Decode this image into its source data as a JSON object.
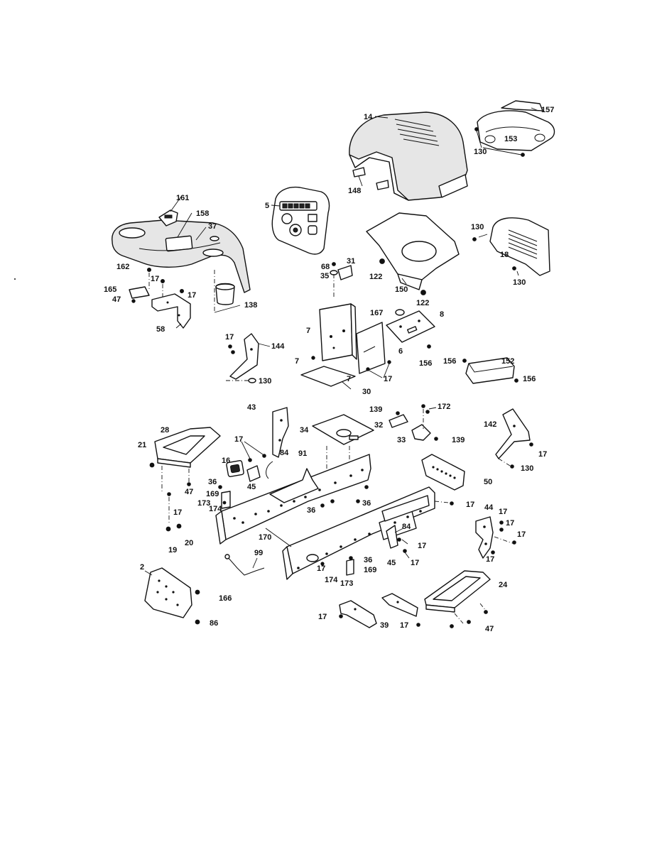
{
  "callouts": {
    "c14": "14",
    "c157": "157",
    "c153": "153",
    "c130a": "130",
    "c148": "148",
    "c5": "5",
    "c161": "161",
    "c158": "158",
    "c37": "37",
    "c130b": "130",
    "c18": "18",
    "c130c": "130",
    "c68": "68",
    "c31": "31",
    "c35": "35",
    "c122a": "122",
    "c150": "150",
    "c122b": "122",
    "c162": "162",
    "c17a": "17",
    "c165": "165",
    "c17b": "17",
    "c47a": "47",
    "c138": "138",
    "c58": "58",
    "c167": "167",
    "c8": "8",
    "c7a": "7",
    "c6": "6",
    "c156a": "156",
    "c7b": "7",
    "c7c": "7",
    "c17c": "17",
    "c30": "30",
    "c17d": "17",
    "c144": "144",
    "c130d": "130",
    "c156b": "156",
    "c152": "152",
    "c156c": "156",
    "c43": "43",
    "c139a": "139",
    "c172": "172",
    "c32": "32",
    "c33": "33",
    "c139b": "139",
    "c34": "34",
    "c142": "142",
    "c17e": "17",
    "c130e": "130",
    "c28": "28",
    "c21": "21",
    "c17f": "17",
    "c16": "16",
    "c84a": "84",
    "c91": "91",
    "c45a": "45",
    "c36a": "36",
    "c169a": "169",
    "c173a": "173",
    "c174a": "174",
    "c47b": "47",
    "c17g": "17",
    "c36b": "36",
    "c36c": "36",
    "c50": "50",
    "c17h": "17",
    "c19": "19",
    "c20": "20",
    "c170": "170",
    "c44": "44",
    "c17i": "17",
    "c17j": "17",
    "c17k": "17",
    "c17l": "17",
    "c84b": "84",
    "c17m": "17",
    "c45b": "45",
    "c17n": "17",
    "c99": "99",
    "c36d": "36",
    "c17o": "17",
    "c169b": "169",
    "c174b": "174",
    "c173b": "173",
    "c2": "2",
    "c166": "166",
    "c86": "86",
    "c24": "24",
    "c17p": "17",
    "c39": "39",
    "c17q": "17",
    "c47c": "47"
  }
}
